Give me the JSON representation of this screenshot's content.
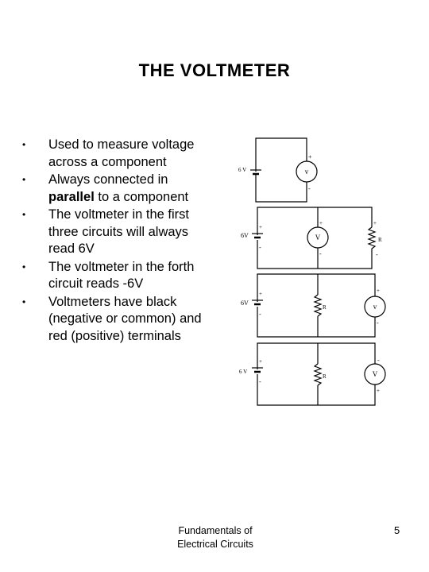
{
  "slide": {
    "title": "THE VOLTMETER",
    "bullets": [
      {
        "text": "Used to measure voltage across a component"
      },
      {
        "before": "Always connected in ",
        "bold": "parallel",
        "after": " to a component"
      },
      {
        "text": "The voltmeter in the first three circuits will always read 6V"
      },
      {
        "text": "The voltmeter in the forth circuit reads -6V"
      },
      {
        "text": "Voltmeters have black (negative or common) and red (positive) terminals"
      }
    ],
    "bullet_glyph": "•",
    "footer": {
      "line1": "Fundamentals of",
      "line2": "Electrical Circuits"
    },
    "page_number": "5"
  },
  "circuits": {
    "battery_labels": [
      "6 V",
      "6V",
      "6V",
      "6 V"
    ],
    "meter_label_lower": "v",
    "meter_label_upper": "V",
    "resistor_label": "R",
    "plus_sign": "+",
    "minus_sign": "-"
  }
}
